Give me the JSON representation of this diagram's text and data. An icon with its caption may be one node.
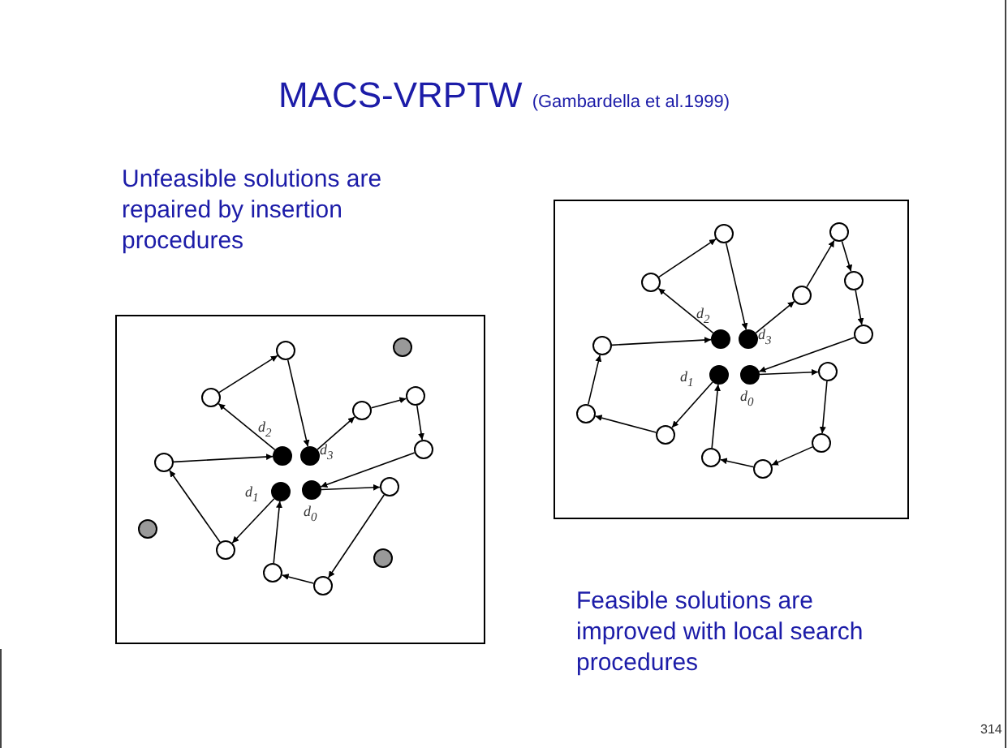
{
  "diagram": {
    "title": "MACS-VRPTW",
    "nodes": [
      {
        "text": [],
        "shape": "box",
        "beside": [
          "Unfeasible solutions are repaired by insertion procedures"
        ]
      },
      {
        "text": [],
        "shape": "circle",
        "in": 0
      },
      {
        "text": [],
        "shape": "circle",
        "in": 0
      },
      {
        "text": [],
        "shape": "circle",
        "in": 0
      },
      {
        "text": [],
        "shape": "circle",
        "in": 0
      },
      {
        "text": [],
        "shape": "circle",
        "in": 0
      },
      {
        "text": [],
        "shape": "circle",
        "in": 0
      },
      {
        "text": [],
        "shape": "circle",
        "in": 0
      },
      {
        "text": [],
        "shape": "circle",
        "in": 0,
        "beside": [
          "d$_{2}$"
        ]
      },
      {
        "text": [],
        "shape": "circle",
        "in": 0,
        "beside": [
          "d$_{3}$"
        ]
      },
      {
        "text": [],
        "shape": "circle",
        "in": 0,
        "beside": [
          "d$_{1}$"
        ]
      },
      {
        "text": [],
        "shape": "circle",
        "in": 0,
        "beside": [
          "d$_{0}$"
        ]
      },
      {
        "text": [],
        "shape": "circle",
        "in": 0
      },
      {
        "text": [],
        "shape": "circle",
        "in": 0
      },
      {
        "text": [],
        "shape": "circle",
        "in": 0
      },
      {
        "text": [],
        "shape": "circle",
        "in": 0
      },
      {
        "text": [],
        "shape": "circle",
        "in": 0
      },
      {
        "text": [],
        "shape": "circle",
        "in": 0
      },
      {
        "text": [],
        "shape": "box",
        "beside": [
          "Feasible solutions are improved with local search procedures"
        ]
      },
      {
        "text": [],
        "shape": "circle",
        "in": 18
      },
      {
        "text": [],
        "shape": "circle",
        "in": 18
      },
      {
        "text": [],
        "shape": "circle",
        "in": 18
      },
      {
        "text": [],
        "shape": "circle",
        "in": 18
      },
      {
        "text": [],
        "shape": "circle",
        "in": 18
      },
      {
        "text": [],
        "shape": "circle",
        "in": 18
      },
      {
        "text": [],
        "shape": "circle",
        "in": 18,
        "beside": [
          "d$_{2}$"
        ]
      },
      {
        "text": [],
        "shape": "circle",
        "in": 18,
        "beside": [
          "d$_{3}$"
        ]
      },
      {
        "text": [],
        "shape": "circle",
        "in": 18
      },
      {
        "text": [],
        "shape": "circle",
        "in": 18,
        "beside": [
          "d$_{1}$"
        ]
      },
      {
        "text": [],
        "shape": "circle",
        "in": 18,
        "beside": [
          "d$_{0}$"
        ]
      },
      {
        "text": [],
        "shape": "circle",
        "in": 18
      },
      {
        "text": [],
        "shape": "circle",
        "in": 18
      },
      {
        "text": [],
        "shape": "circle",
        "in": 18
      },
      {
        "text": [],
        "shape": "circle",
        "in": 18
      },
      {
        "text": [],
        "shape": "circle",
        "in": 18
      },
      {
        "text": [],
        "shape": "circle",
        "in": 18
      }
    ],
    "edges": [
      {
        "from": 8,
        "to": 3,
        "arrow": "to"
      },
      {
        "from": 3,
        "to": 1,
        "arrow": "to"
      },
      {
        "from": 1,
        "to": 9,
        "arrow": "to"
      },
      {
        "from": 9,
        "to": 5,
        "arrow": "to"
      },
      {
        "from": 5,
        "to": 4,
        "arrow": "to"
      },
      {
        "from": 4,
        "to": 6,
        "arrow": "to"
      },
      {
        "from": 6,
        "to": 11,
        "arrow": "to"
      },
      {
        "from": 11,
        "to": 12,
        "arrow": "to"
      },
      {
        "from": 12,
        "to": 17,
        "arrow": "to"
      },
      {
        "from": 17,
        "to": 16,
        "arrow": "to"
      },
      {
        "from": 16,
        "to": 10,
        "arrow": "to"
      },
      {
        "from": 10,
        "to": 14,
        "arrow": "to"
      },
      {
        "from": 14,
        "to": 7,
        "arrow": "to"
      },
      {
        "from": 7,
        "to": 8,
        "arrow": "to"
      },
      {
        "from": 25,
        "to": 21,
        "arrow": "to"
      },
      {
        "from": 21,
        "to": 20,
        "arrow": "to"
      },
      {
        "from": 20,
        "to": 26,
        "arrow": "to"
      },
      {
        "from": 26,
        "to": 23,
        "arrow": "to"
      },
      {
        "from": 23,
        "to": 19,
        "arrow": "to"
      },
      {
        "from": 19,
        "to": 22,
        "arrow": "to"
      },
      {
        "from": 22,
        "to": 24,
        "arrow": "to"
      },
      {
        "from": 24,
        "to": 29,
        "arrow": "to"
      },
      {
        "from": 29,
        "to": 30,
        "arrow": "to"
      },
      {
        "from": 30,
        "to": 33,
        "arrow": "to"
      },
      {
        "from": 33,
        "to": 35,
        "arrow": "to"
      },
      {
        "from": 35,
        "to": 34,
        "arrow": "to"
      },
      {
        "from": 34,
        "to": 28,
        "arrow": "to"
      },
      {
        "from": 28,
        "to": 32,
        "arrow": "to"
      },
      {
        "from": 32,
        "to": 31,
        "arrow": "to"
      },
      {
        "from": 31,
        "to": 27,
        "arrow": "to"
      },
      {
        "from": 27,
        "to": 25,
        "arrow": "to"
      }
    ],
    "labels": [
      "(Gambardella et al.1999)",
      "314"
    ]
  }
}
